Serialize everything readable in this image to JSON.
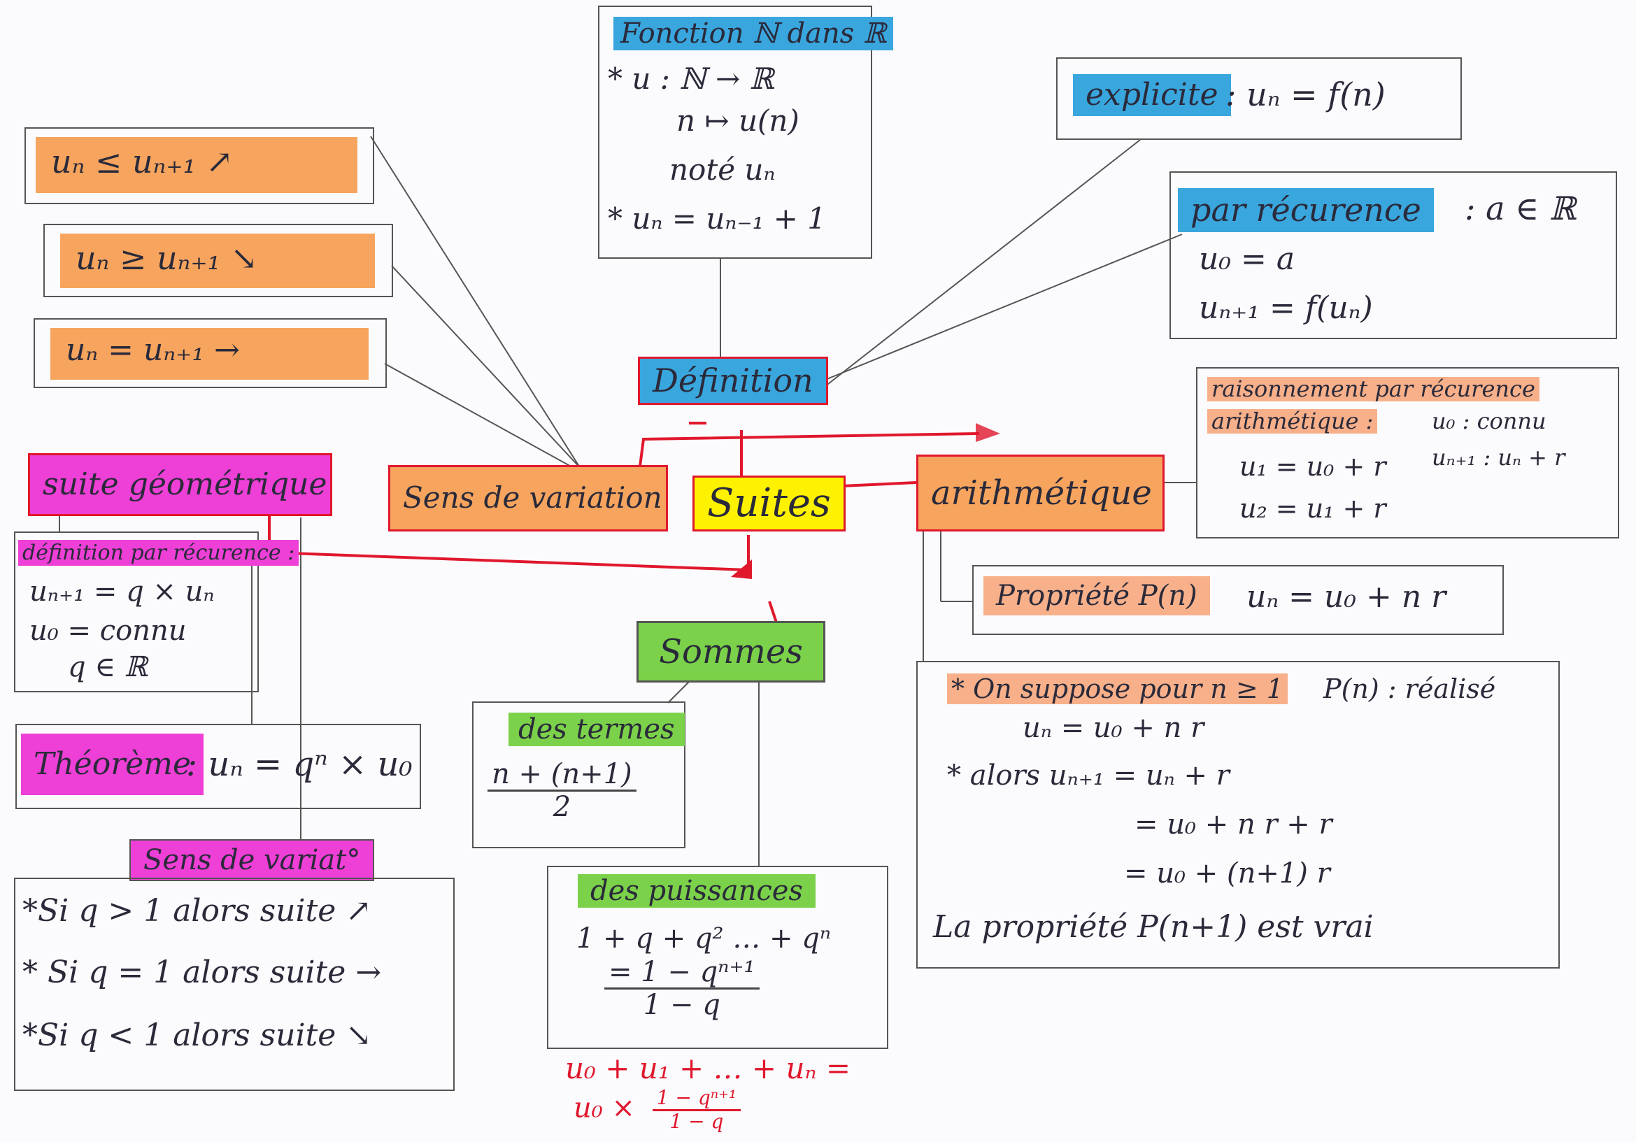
{
  "center": {
    "label": "Suites"
  },
  "definition": {
    "label": "Définition",
    "function_box": {
      "title": "Fonction ℕ dans ℝ",
      "line1": "* u : ℕ → ℝ",
      "line2": "n ↦ u(n)",
      "line3": "noté uₙ",
      "line4": "* uₙ = uₙ₋₁ + 1"
    },
    "explicite": {
      "label": "explicite",
      "formula": ": uₙ = f(n)"
    },
    "recurrence": {
      "label": "par récurence",
      "domain": ": a ∈ ℝ",
      "line1": "u₀ = a",
      "line2": "uₙ₊₁ = f(uₙ)"
    }
  },
  "variation": {
    "label": "Sens de variation",
    "items": [
      "uₙ ≤ uₙ₊₁ ↗",
      "uₙ ≥ uₙ₊₁ ↘",
      "uₙ = uₙ₊₁ →"
    ]
  },
  "geometrique": {
    "label": "suite géométrique",
    "def_title": "définition par récurence :",
    "def_line1": "uₙ₊₁ = q × uₙ",
    "def_line2": "u₀ = connu",
    "def_line3": "q ∈ ℝ",
    "theoreme_label": "Théorème",
    "theoreme_formula": ": uₙ = qⁿ × u₀",
    "sens_label": "Sens de variat°",
    "sens_items": [
      "*Si q > 1 alors suite ↗",
      "* Si q = 1 alors suite →",
      "*Si q < 1 alors suite ↘"
    ]
  },
  "arithmetique": {
    "label": "arithmétique",
    "raisonnement_title": "raisonnement par récurence",
    "raisonnement_sub": "arithmétique :",
    "raisonnement_u0": "u₀ : connu",
    "raisonnement_un1": "uₙ₊₁ : uₙ + r",
    "raisonnement_u1": "u₁ = u₀ + r",
    "raisonnement_u2": "u₂ = u₁ + r",
    "propriete_label": "Propriété P(n)",
    "propriete_formula": "uₙ = u₀ + n r",
    "proof_line1_a": "* On suppose pour n ≥ 1",
    "proof_line1_b": "P(n) : réalisé",
    "proof_line2": "uₙ = u₀ + n r",
    "proof_line3": "* alors uₙ₊₁ = uₙ + r",
    "proof_line4": "= u₀ + n r + r",
    "proof_line5": "= u₀ + (n+1) r",
    "proof_line6": "La propriété P(n+1) est vrai"
  },
  "sommes": {
    "label": "Sommes",
    "termes_label": "des termes",
    "termes_num": "n + (n+1)",
    "termes_den": "2",
    "puissances_label": "des puissances",
    "puissances_line1": "1 + q + q² … + qⁿ",
    "puissances_num": "= 1 − qⁿ⁺¹",
    "puissances_den": "1 − q",
    "extra_line1": "u₀ + u₁ + … + uₙ =",
    "extra_prefix": "u₀ ×",
    "extra_num": "1 − qⁿ⁺¹",
    "extra_den": "1 − q"
  },
  "colors": {
    "orange": "#f6a45e",
    "blue": "#3aa6de",
    "pink": "#ee3fd6",
    "green": "#7bd24a",
    "yellow": "#fff200",
    "red": "#e0182d"
  }
}
